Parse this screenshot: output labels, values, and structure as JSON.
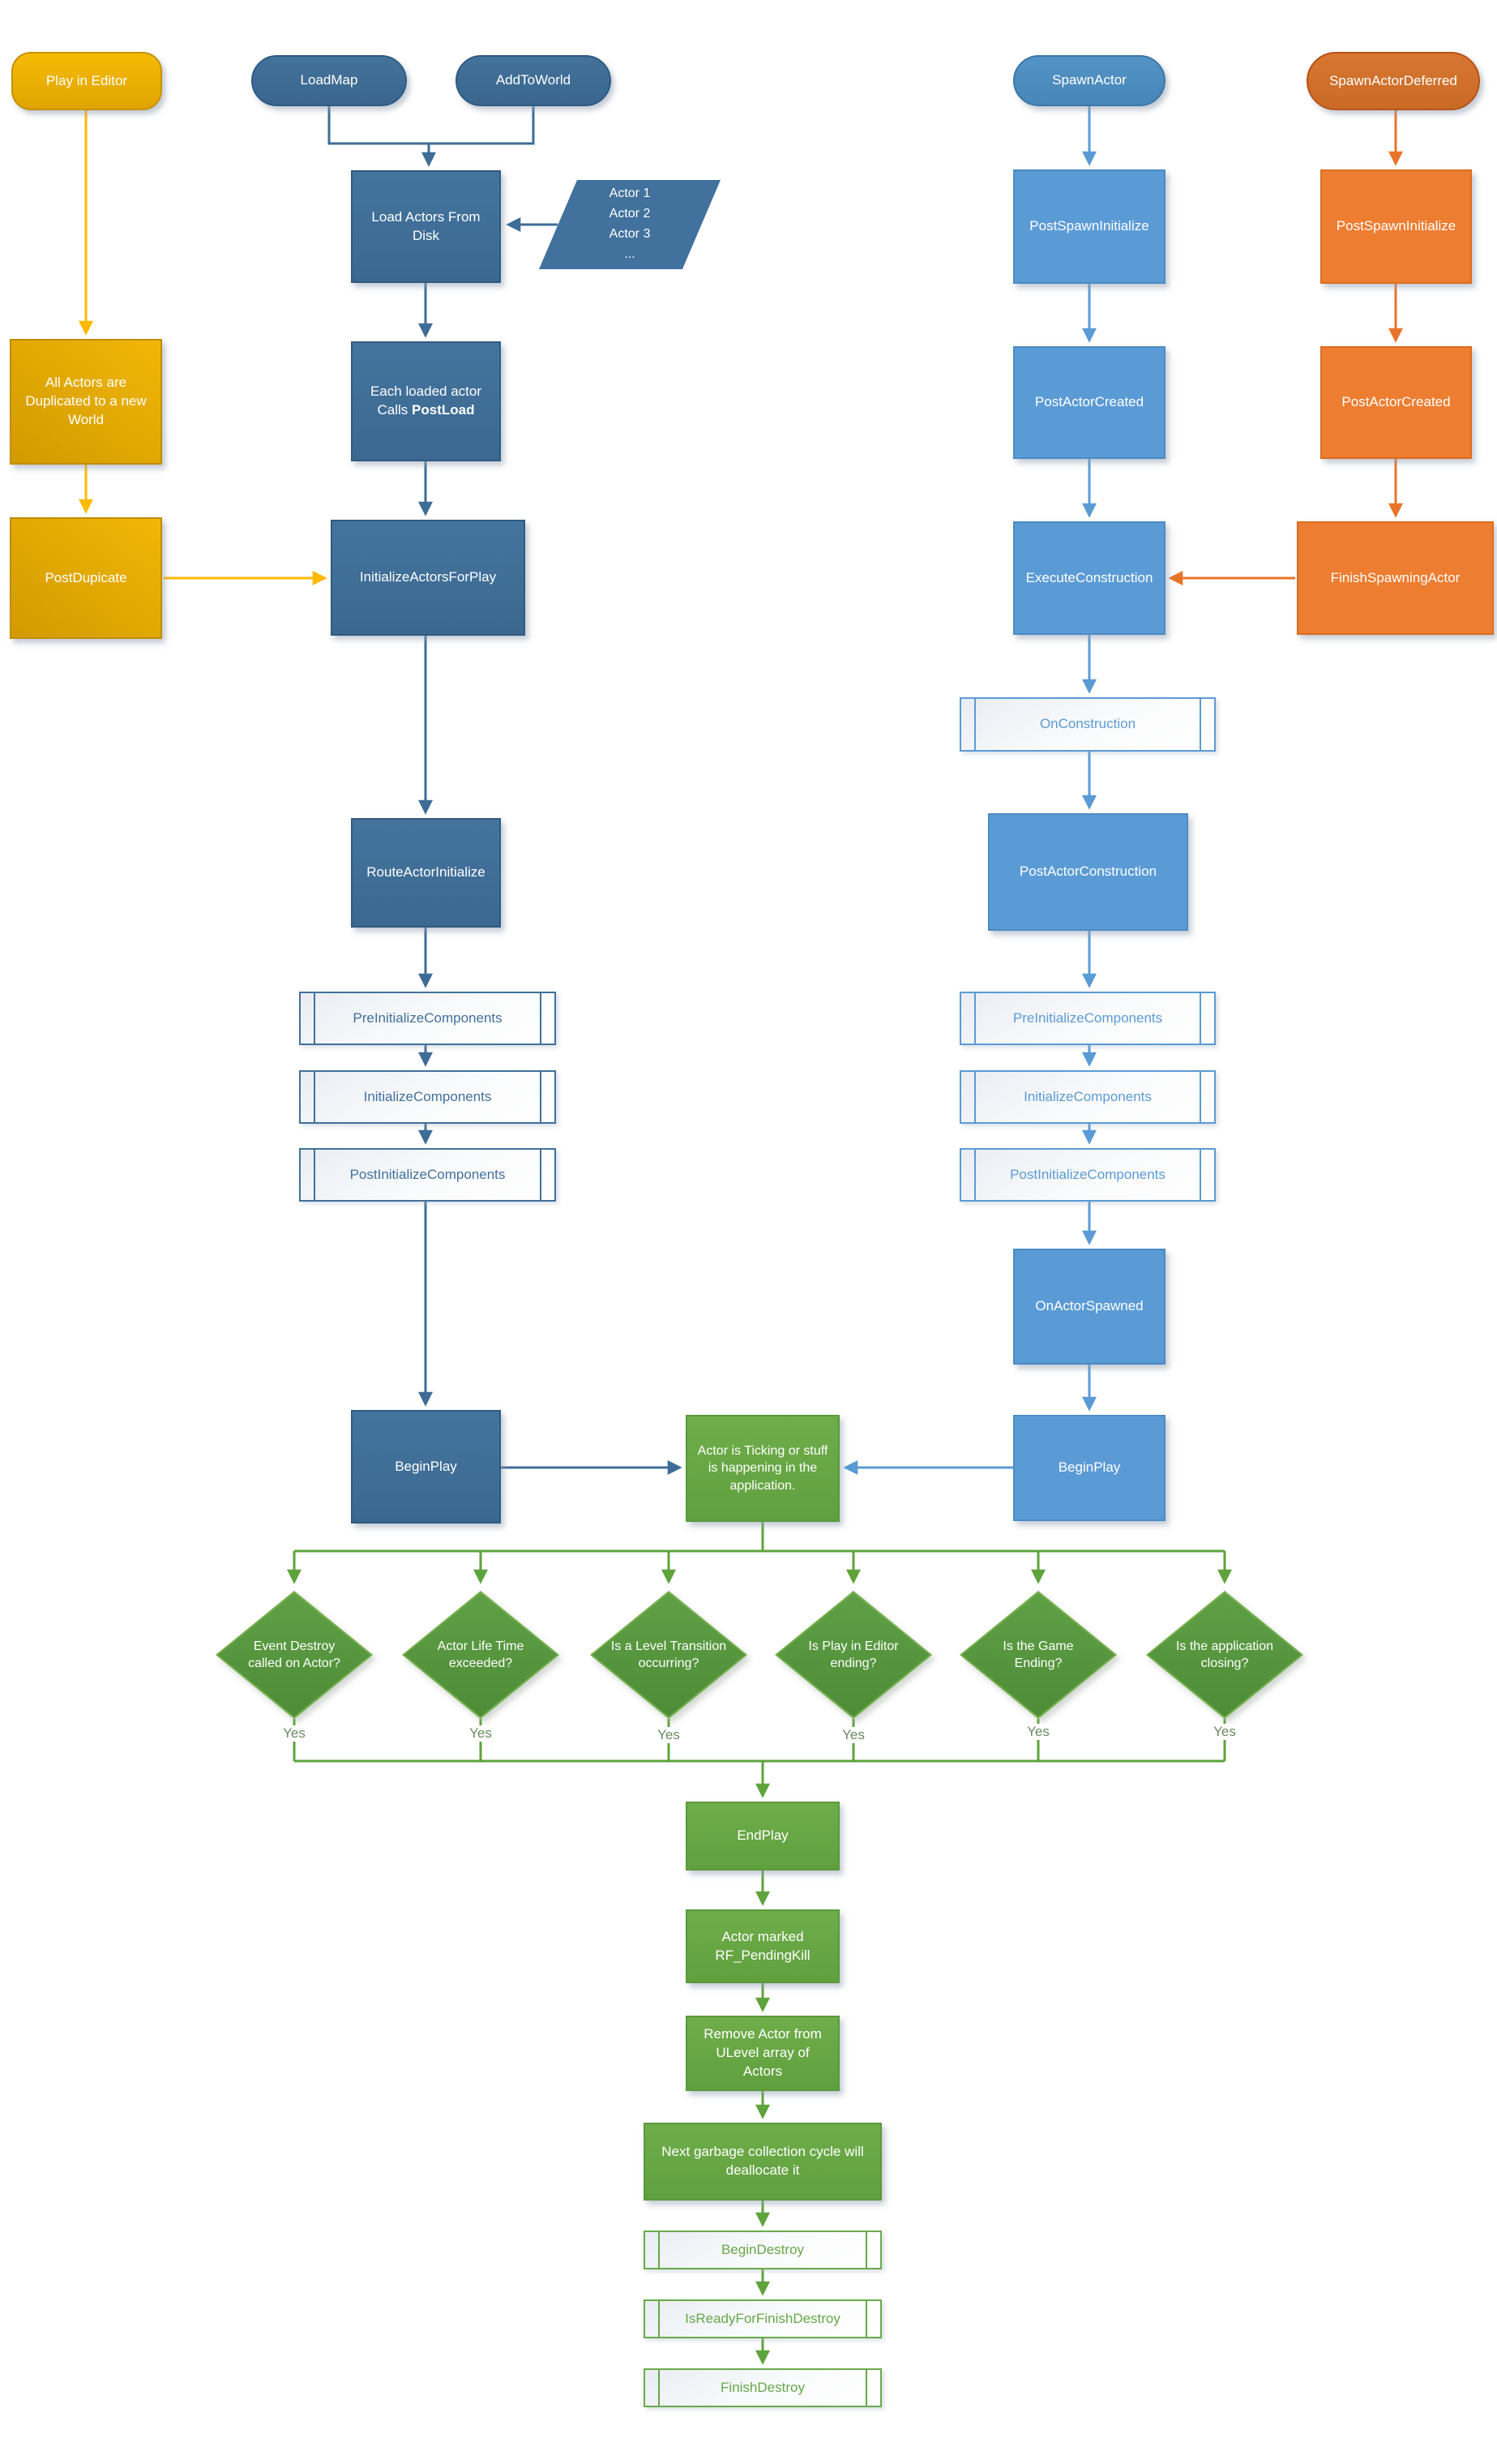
{
  "colors": {
    "gold": "#E3A900",
    "gold_arrow": "#FFB900",
    "steel_blue": "#41719C",
    "light_blue": "#5B9BD5",
    "orange": "#ED7D31",
    "green": "#6AA84F"
  },
  "nodes": {
    "play_in_editor": {
      "label": "Play in Editor"
    },
    "load_map": {
      "label": "LoadMap"
    },
    "add_to_world": {
      "label": "AddToWorld"
    },
    "spawn_actor": {
      "label": "SpawnActor"
    },
    "spawn_actor_deferred": {
      "label": "SpawnActorDeferred"
    },
    "load_actors_from_disk": {
      "label": "Load Actors From Disk"
    },
    "actor_list": {
      "lines": [
        "Actor 1",
        "Actor 2",
        "Actor 3",
        "..."
      ]
    },
    "all_actors_duplicated": {
      "label": "All Actors are Duplicated to a new World"
    },
    "each_loaded_actor": {
      "line1": "Each loaded actor",
      "line2_prefix": "Calls ",
      "line2_bold": "PostLoad"
    },
    "post_dupicate": {
      "label": "PostDupicate"
    },
    "initialize_actors_for_play": {
      "label": "InitializeActorsForPlay"
    },
    "route_actor_initialize": {
      "label": "RouteActorInitialize"
    },
    "pre_initialize_components_left": {
      "label": "PreInitializeComponents"
    },
    "initialize_components_left": {
      "label": "InitializeComponents"
    },
    "post_initialize_components_left": {
      "label": "PostInitializeComponents"
    },
    "begin_play_left": {
      "label": "BeginPlay"
    },
    "actor_ticking": {
      "label": "Actor is Ticking or stuff is happening in the application."
    },
    "post_spawn_initialize_blue": {
      "label": "PostSpawnInitialize"
    },
    "post_actor_created_blue": {
      "label": "PostActorCreated"
    },
    "execute_construction": {
      "label": "ExecuteConstruction"
    },
    "on_construction": {
      "label": "OnConstruction"
    },
    "post_actor_construction": {
      "label": "PostActorConstruction"
    },
    "pre_initialize_components_right": {
      "label": "PreInitializeComponents"
    },
    "initialize_components_right": {
      "label": "InitializeComponents"
    },
    "post_initialize_components_right": {
      "label": "PostInitializeComponents"
    },
    "on_actor_spawned": {
      "label": "OnActorSpawned"
    },
    "begin_play_right": {
      "label": "BeginPlay"
    },
    "post_spawn_initialize_orange": {
      "label": "PostSpawnInitialize"
    },
    "post_actor_created_orange": {
      "label": "PostActorCreated"
    },
    "finish_spawning_actor": {
      "label": "FinishSpawningActor"
    },
    "end_play": {
      "label": "EndPlay"
    },
    "actor_marked_pending_kill": {
      "label": "Actor marked RF_PendingKill"
    },
    "remove_actor_from_ulevel": {
      "label": "Remove Actor from ULevel array of Actors"
    },
    "next_garbage_collection": {
      "label": "Next garbage collection cycle will deallocate it"
    },
    "begin_destroy": {
      "label": "BeginDestroy"
    },
    "is_ready_for_finish_destroy": {
      "label": "IsReadyForFinishDestroy"
    },
    "finish_destroy": {
      "label": "FinishDestroy"
    }
  },
  "decisions": [
    {
      "label": "Event Destroy called on Actor?",
      "yes": "Yes"
    },
    {
      "label": "Actor Life Time exceeded?",
      "yes": "Yes"
    },
    {
      "label": "Is a Level Transition occurring?",
      "yes": "Yes"
    },
    {
      "label": "Is Play in Editor ending?",
      "yes": "Yes"
    },
    {
      "label": "Is the Game Ending?",
      "yes": "Yes"
    },
    {
      "label": "Is the application closing?",
      "yes": "Yes"
    }
  ]
}
